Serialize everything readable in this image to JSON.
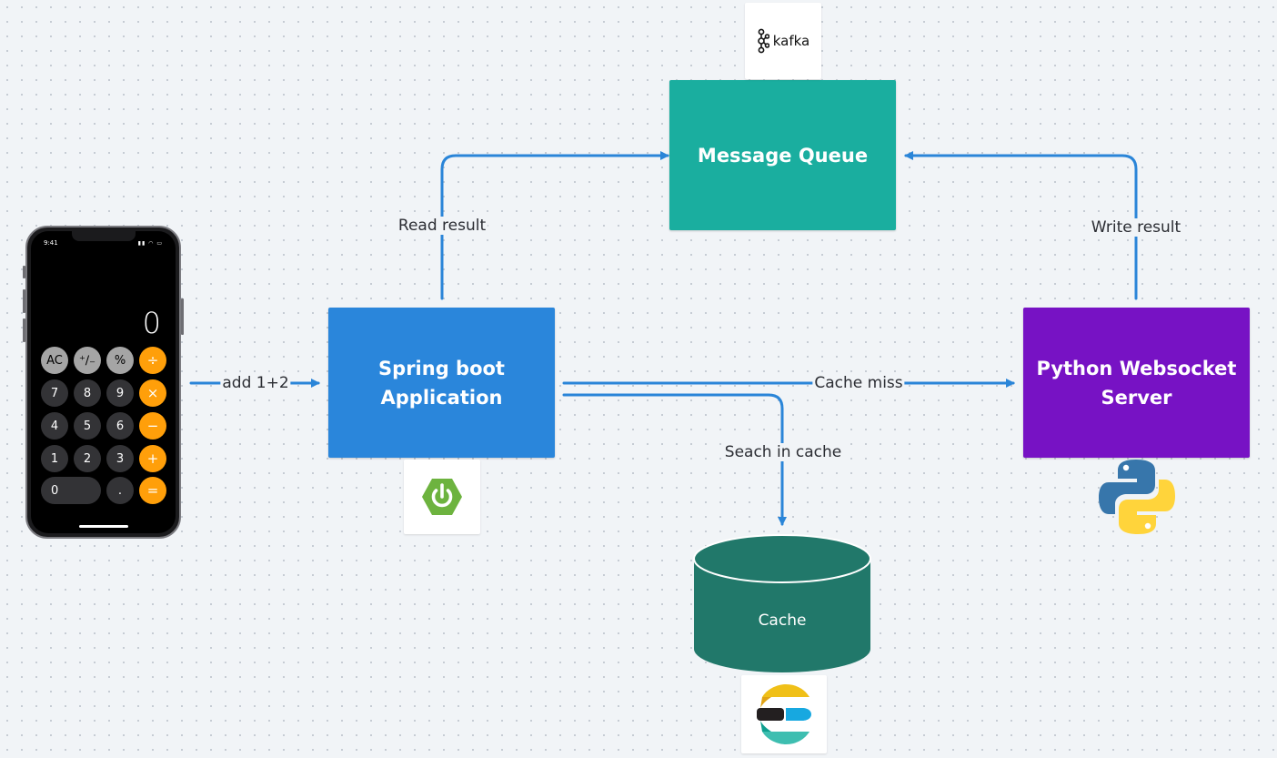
{
  "colors": {
    "arrow": "#2a85d8",
    "message_queue": "#1aae9f",
    "spring_app": "#2a86db",
    "python_server": "#7712c4",
    "cache": "#21786a"
  },
  "nodes": {
    "message_queue": "Message Queue",
    "spring_app": "Spring boot\nApplication",
    "python_server": "Python Websocket\nServer",
    "cache": "Cache"
  },
  "edges": {
    "request": "add 1+2",
    "read_result": "Read result",
    "write_result": "Write result",
    "cache_miss": "Cache miss",
    "search_cache": "Seach in cache"
  },
  "logos": {
    "kafka": "kafka",
    "spring": "spring-logo",
    "python": "python-logo",
    "elastic": "elasticsearch-logo"
  },
  "phone": {
    "time": "9:41",
    "display": "0",
    "keys": [
      [
        "AC",
        "⁺∕₋",
        "%",
        "÷"
      ],
      [
        "7",
        "8",
        "9",
        "×"
      ],
      [
        "4",
        "5",
        "6",
        "−"
      ],
      [
        "1",
        "2",
        "3",
        "+"
      ],
      [
        "0",
        ".",
        "="
      ]
    ]
  }
}
